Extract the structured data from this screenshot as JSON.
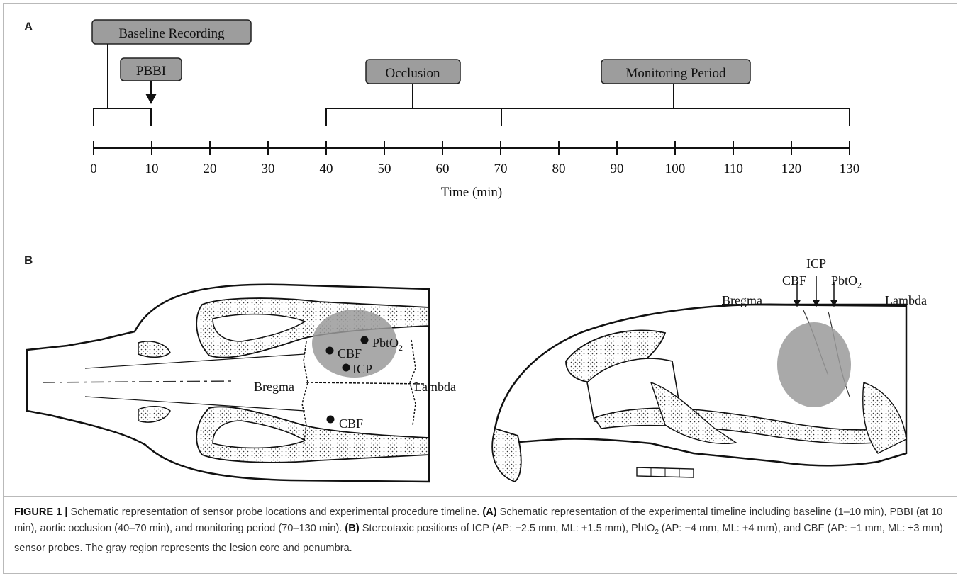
{
  "panel_a": {
    "label": "A",
    "events": [
      {
        "label": "Baseline Recording"
      },
      {
        "label": "PBBI"
      },
      {
        "label": "Occlusion"
      },
      {
        "label": "Monitoring Period"
      }
    ],
    "axis": {
      "ticks": [
        "0",
        "10",
        "20",
        "30",
        "40",
        "50",
        "60",
        "70",
        "80",
        "90",
        "100",
        "110",
        "120",
        "130"
      ],
      "label": "Time (min)"
    }
  },
  "panel_b": {
    "label": "B",
    "dorsal_view": {
      "bregma": "Bregma",
      "lambda": "Lambda",
      "probes": [
        {
          "label": "PbtO2",
          "text": "PbtO",
          "sub": "2"
        },
        {
          "label": "CBF",
          "text": "CBF"
        },
        {
          "label": "ICP",
          "text": "ICP"
        },
        {
          "label": "CBF",
          "text": "CBF"
        }
      ]
    },
    "lateral_view": {
      "bregma": "Bregma",
      "lambda": "Lambda",
      "probes": [
        {
          "text": "CBF"
        },
        {
          "text": "ICP"
        },
        {
          "text": "PbtO",
          "sub": "2"
        }
      ]
    }
  },
  "caption": {
    "prefix": "FIGURE 1 |",
    "intro": " Schematic representation of sensor probe locations and experimental procedure timeline. ",
    "a_tag": "(A)",
    "a_text": " Schematic representation of the experimental timeline including baseline (1–10 min), PBBI (at 10 min), aortic occlusion (40–70 min), and monitoring period (70–130 min). ",
    "b_tag": "(B)",
    "b_text_1": " Stereotaxic positions of ICP (AP: −2.5 mm, ML: +1.5 mm), PbtO",
    "b_sub": "2",
    "b_text_2": " (AP: −4 mm, ML: +4 mm), and CBF (AP: −1 mm, ML: ±3 mm) sensor probes. The gray region represents the lesion core and penumbra."
  }
}
